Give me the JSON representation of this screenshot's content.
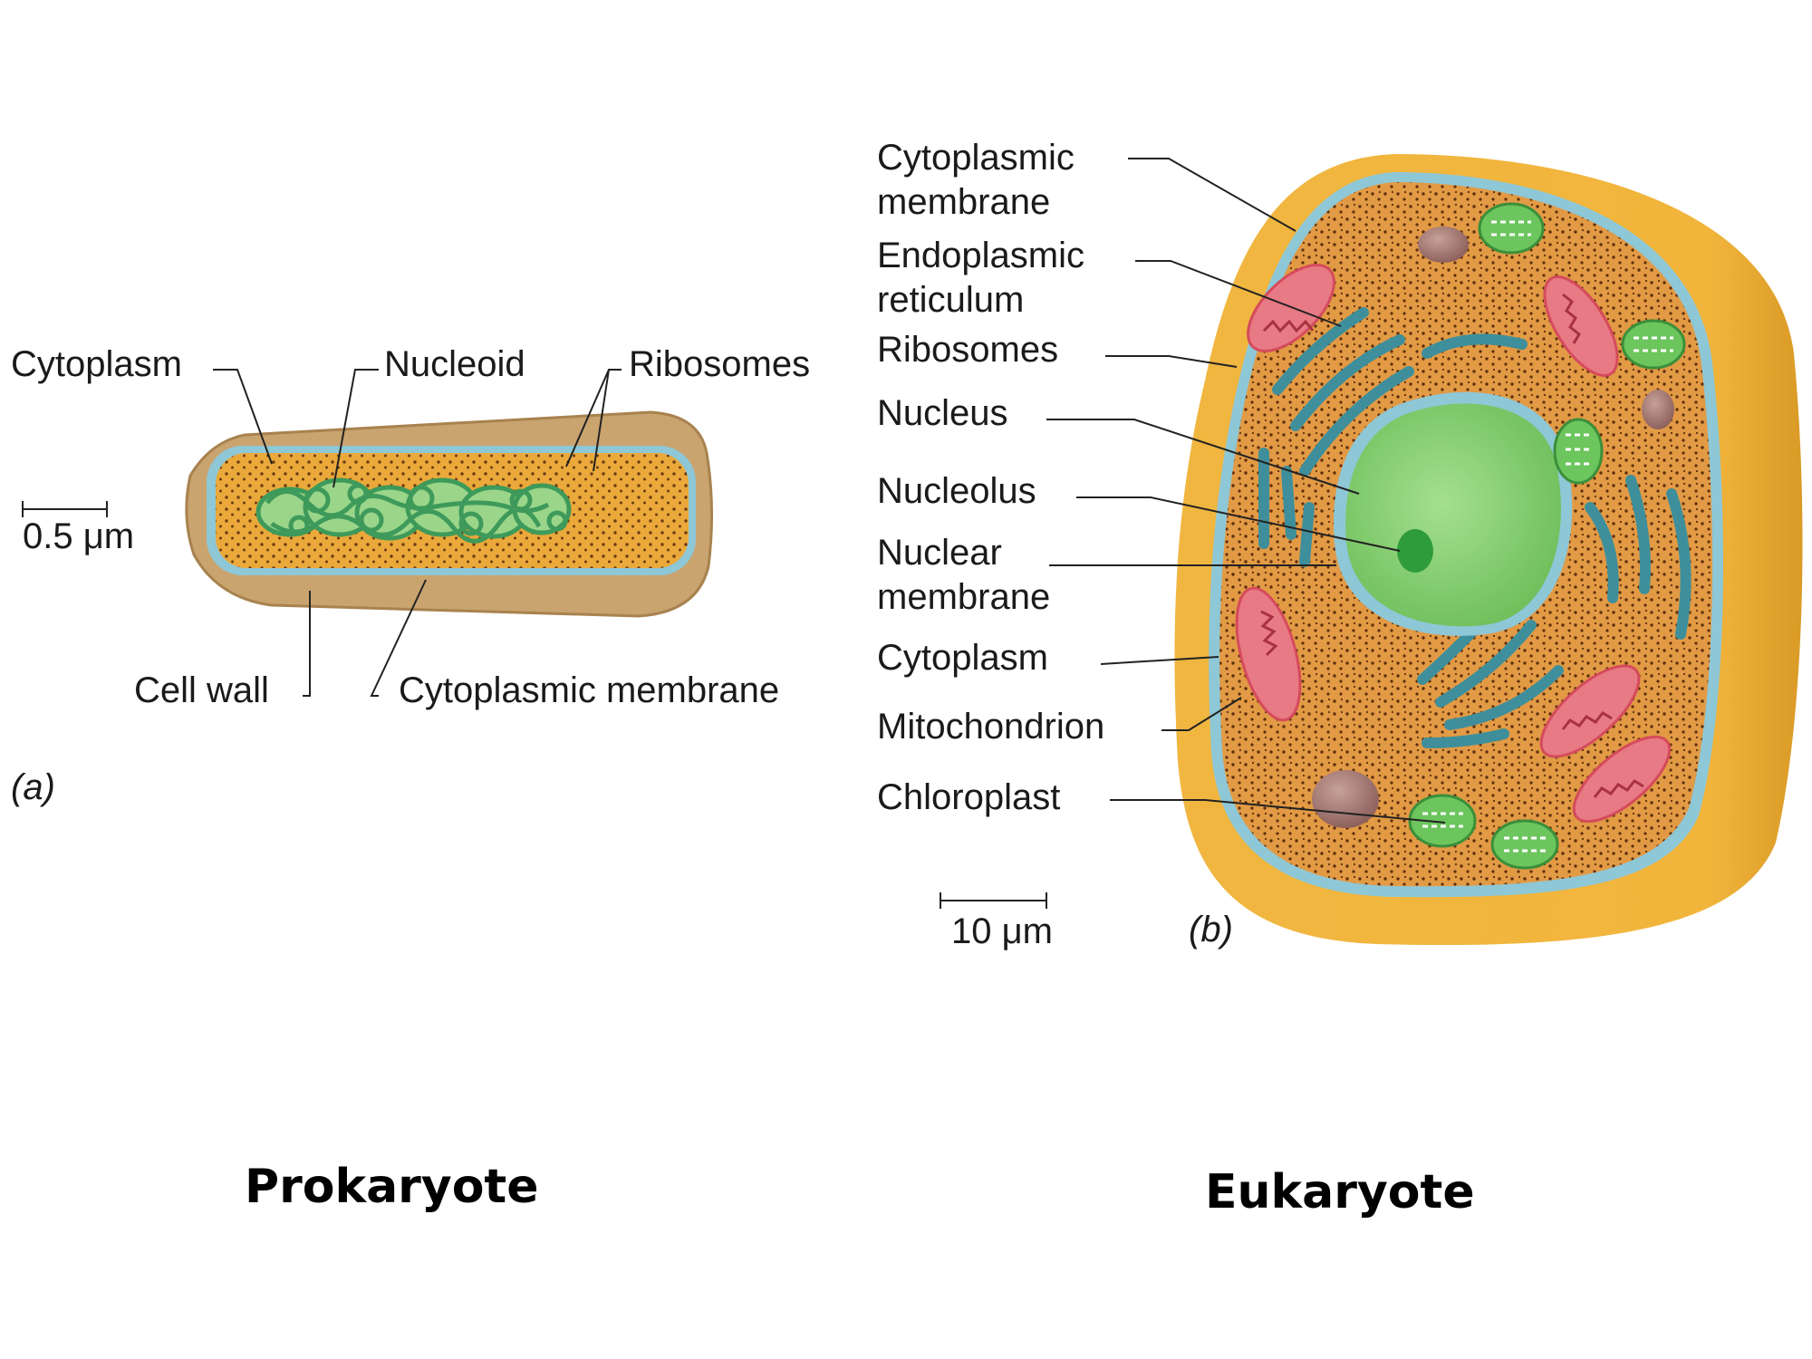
{
  "prokaryote": {
    "labels": {
      "cytoplasm": "Cytoplasm",
      "nucleoid": "Nucleoid",
      "ribosomes": "Ribosomes",
      "cell_wall": "Cell wall",
      "cytoplasmic_membrane": "Cytoplasmic membrane"
    },
    "scale": "0.5 μm",
    "panel": "(a)",
    "caption": "Prokaryote"
  },
  "eukaryote": {
    "labels": {
      "cytoplasmic_membrane": [
        "Cytoplasmic",
        "membrane"
      ],
      "endoplasmic_reticulum": [
        "Endoplasmic",
        "reticulum"
      ],
      "ribosomes": "Ribosomes",
      "nucleus": "Nucleus",
      "nucleolus": "Nucleolus",
      "nuclear_membrane": [
        "Nuclear",
        "membrane"
      ],
      "cytoplasm": "Cytoplasm",
      "mitochondrion": "Mitochondrion",
      "chloroplast": "Chloroplast"
    },
    "scale": "10 μm",
    "panel": "(b)",
    "caption": "Eukaryote"
  },
  "colors": {
    "cell_wall_tan": "#c9a46f",
    "cytoplasm_orange": "#e8a23c",
    "membrane_blue": "#8ec7d6",
    "nucleus_green": "#8fd27a",
    "mitochondrion_red": "#e87a86",
    "er_teal": "#3e8f9b",
    "chloroplast_green": "#6cc55d",
    "vacuole_mauve": "#a77a74"
  }
}
